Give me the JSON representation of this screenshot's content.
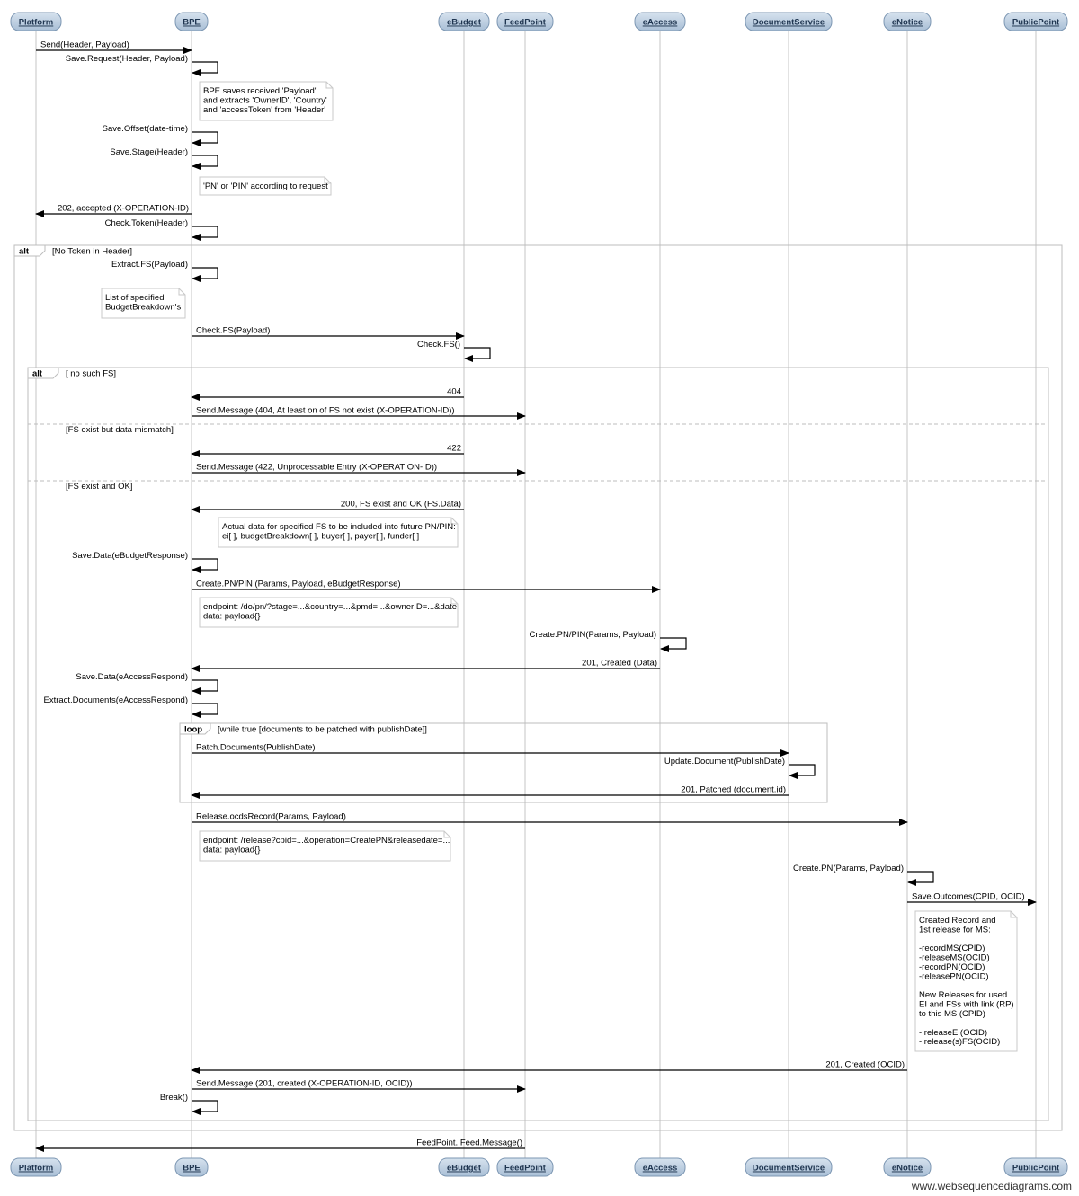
{
  "participants": [
    {
      "id": "platform",
      "label": "Platform"
    },
    {
      "id": "bpe",
      "label": "BPE"
    },
    {
      "id": "ebudget",
      "label": "eBudget"
    },
    {
      "id": "feedpoint",
      "label": "FeedPoint"
    },
    {
      "id": "eaccess",
      "label": "eAccess"
    },
    {
      "id": "docservice",
      "label": "DocumentService"
    },
    {
      "id": "enotice",
      "label": "eNotice"
    },
    {
      "id": "publicpoint",
      "label": "PublicPoint"
    }
  ],
  "messages": [
    {
      "id": "m1",
      "from": "platform",
      "to": "bpe",
      "label": "Send(Header, Payload)"
    },
    {
      "id": "m2",
      "from": "bpe",
      "to": "bpe",
      "label": "Save.Request(Header, Payload)"
    },
    {
      "id": "m3",
      "from": "bpe",
      "to": "bpe",
      "label": "Save.Offset(date-time)"
    },
    {
      "id": "m4",
      "from": "bpe",
      "to": "bpe",
      "label": "Save.Stage(Header)"
    },
    {
      "id": "m5",
      "from": "bpe",
      "to": "platform",
      "label": "202, accepted (X-OPERATION-ID)"
    },
    {
      "id": "m6",
      "from": "bpe",
      "to": "bpe",
      "label": "Check.Token(Header)"
    },
    {
      "id": "m7",
      "from": "bpe",
      "to": "bpe",
      "label": "Extract.FS(Payload)"
    },
    {
      "id": "m8",
      "from": "bpe",
      "to": "ebudget",
      "label": "Check.FS(Payload)"
    },
    {
      "id": "m9",
      "from": "ebudget",
      "to": "ebudget",
      "label": "Check.FS()"
    },
    {
      "id": "m10",
      "from": "ebudget",
      "to": "bpe",
      "label": "404"
    },
    {
      "id": "m11",
      "from": "bpe",
      "to": "feedpoint",
      "label": "Send.Message (404, At least on of FS not exist (X-OPERATION-ID))"
    },
    {
      "id": "m12",
      "from": "ebudget",
      "to": "bpe",
      "label": "422"
    },
    {
      "id": "m13",
      "from": "bpe",
      "to": "feedpoint",
      "label": "Send.Message (422, Unprocessable Entry (X-OPERATION-ID))"
    },
    {
      "id": "m14",
      "from": "ebudget",
      "to": "bpe",
      "label": "200, FS exist and OK (FS.Data)"
    },
    {
      "id": "m15",
      "from": "bpe",
      "to": "bpe",
      "label": "Save.Data(eBudgetResponse)"
    },
    {
      "id": "m16",
      "from": "bpe",
      "to": "eaccess",
      "label": "Create.PN/PIN (Params, Payload, eBudgetResponse)"
    },
    {
      "id": "m17",
      "from": "eaccess",
      "to": "eaccess",
      "label": "Create.PN/PIN(Params, Payload)"
    },
    {
      "id": "m18",
      "from": "eaccess",
      "to": "bpe",
      "label": "201, Created (Data)"
    },
    {
      "id": "m19",
      "from": "bpe",
      "to": "bpe",
      "label": "Save.Data(eAccessRespond)"
    },
    {
      "id": "m20",
      "from": "bpe",
      "to": "bpe",
      "label": "Extract.Documents(eAccessRespond)"
    },
    {
      "id": "m21",
      "from": "bpe",
      "to": "docservice",
      "label": "Patch.Documents(PublishDate)"
    },
    {
      "id": "m22",
      "from": "docservice",
      "to": "docservice",
      "label": "Update.Document(PublishDate)"
    },
    {
      "id": "m23",
      "from": "docservice",
      "to": "bpe",
      "label": "201, Patched (document.id)"
    },
    {
      "id": "m24",
      "from": "bpe",
      "to": "enotice",
      "label": "Release.ocdsRecord(Params, Payload)"
    },
    {
      "id": "m25",
      "from": "enotice",
      "to": "enotice",
      "label": "Create.PN(Params, Payload)"
    },
    {
      "id": "m26",
      "from": "enotice",
      "to": "publicpoint",
      "label": "Save.Outcomes(CPID, OCID)"
    },
    {
      "id": "m27",
      "from": "enotice",
      "to": "bpe",
      "label": "201, Created (OCID)"
    },
    {
      "id": "m28",
      "from": "bpe",
      "to": "feedpoint",
      "label": "Send.Message (201, created (X-OPERATION-ID, OCID))"
    },
    {
      "id": "m29",
      "from": "bpe",
      "to": "bpe",
      "label": "Break()"
    },
    {
      "id": "m30",
      "from": "feedpoint",
      "to": "platform",
      "label": "FeedPoint. Feed.Message()"
    }
  ],
  "notes": [
    {
      "id": "n1",
      "lines": [
        "BPE saves received 'Payload'",
        "and extracts 'OwnerID', 'Country'",
        "and 'accessToken' from 'Header'"
      ]
    },
    {
      "id": "n2",
      "lines": [
        "'PN' or 'PIN' according to request"
      ]
    },
    {
      "id": "n3",
      "lines": [
        "List of specified",
        "BudgetBreakdown's"
      ]
    },
    {
      "id": "n4",
      "lines": [
        "Actual data for specified FS to be included into future PN/PIN:",
        "ei[ ], budgetBreakdown[ ], buyer[ ], payer[ ], funder[ ]"
      ]
    },
    {
      "id": "n5",
      "lines": [
        "endpoint: /do/pn/?stage=...&country=...&pmd=...&ownerID=...&date",
        "data: payload{}"
      ]
    },
    {
      "id": "n6",
      "lines": [
        "endpoint: /release?cpid=...&operation=CreatePN&releasedate=...",
        "data: payload{}"
      ]
    },
    {
      "id": "n7",
      "lines": [
        "Created Record and",
        "1st release for MS:",
        "",
        "-recordMS(CPID)",
        "-releaseMS(OCID)",
        "-recordPN(OCID)",
        "-releasePN(OCID)",
        "",
        "New Releases for used",
        "EI and FSs with link (RP)",
        "to this MS (CPID)",
        "",
        "- releaseEI(OCID)",
        "- release(s)FS(OCID)"
      ]
    }
  ],
  "fragments": [
    {
      "id": "f1",
      "kind": "alt",
      "condition": "[No Token in Header]"
    },
    {
      "id": "f2",
      "kind": "alt",
      "condition": "[ no such FS]"
    },
    {
      "id": "f3",
      "kind": "loop",
      "condition": "[while true [documents to be patched with publishDate]]"
    }
  ],
  "separators": [
    {
      "id": "s1",
      "condition": "[FS exist but data mismatch]"
    },
    {
      "id": "s2",
      "condition": "[FS exist and OK]"
    }
  ],
  "watermark": "www.websequencediagrams.com"
}
